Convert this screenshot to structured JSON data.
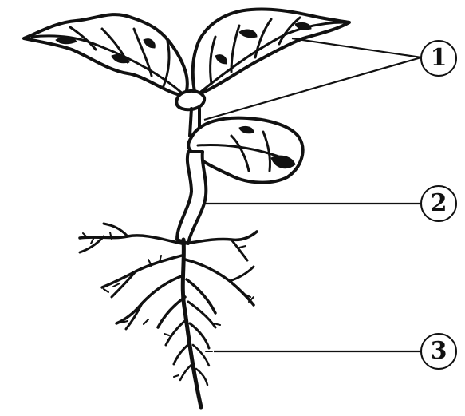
{
  "labels": {
    "label_1": "1",
    "label_2": "2",
    "label_3": "3"
  }
}
